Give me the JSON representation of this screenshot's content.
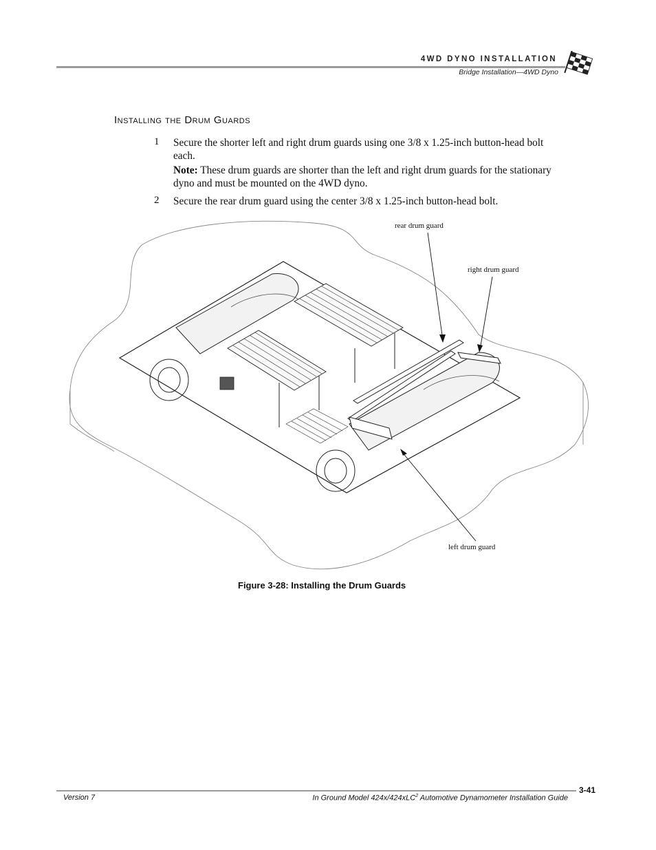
{
  "header": {
    "title": "4WD DYNO INSTALLATION",
    "subtitle": "Bridge Installation—4WD Dyno",
    "logo_icon": "checkered-flag-icon"
  },
  "section": {
    "title": "Installing the Drum Guards"
  },
  "steps": [
    {
      "number": "1",
      "text": "Secure the shorter left and right drum guards using one 3/8 x 1.25-inch button-head bolt each.",
      "note_label": "Note:",
      "note_text": "These drum guards are shorter than the left and right drum guards for the stationary dyno and must be mounted on the 4WD dyno."
    },
    {
      "number": "2",
      "text": "Secure the rear drum guard using the center 3/8 x 1.25-inch button-head bolt."
    }
  ],
  "figure": {
    "callouts": {
      "rear": "rear drum guard",
      "right": "right drum guard",
      "left": "left drum guard"
    },
    "caption": "Figure 3-28: Installing the Drum Guards"
  },
  "footer": {
    "version": "Version 7",
    "guide_title_prefix": "In Ground Model 424x/424xLC",
    "guide_title_sup": "2",
    "guide_title_suffix": " Automotive Dynamometer Installation Guide",
    "page_number": "3-41"
  }
}
